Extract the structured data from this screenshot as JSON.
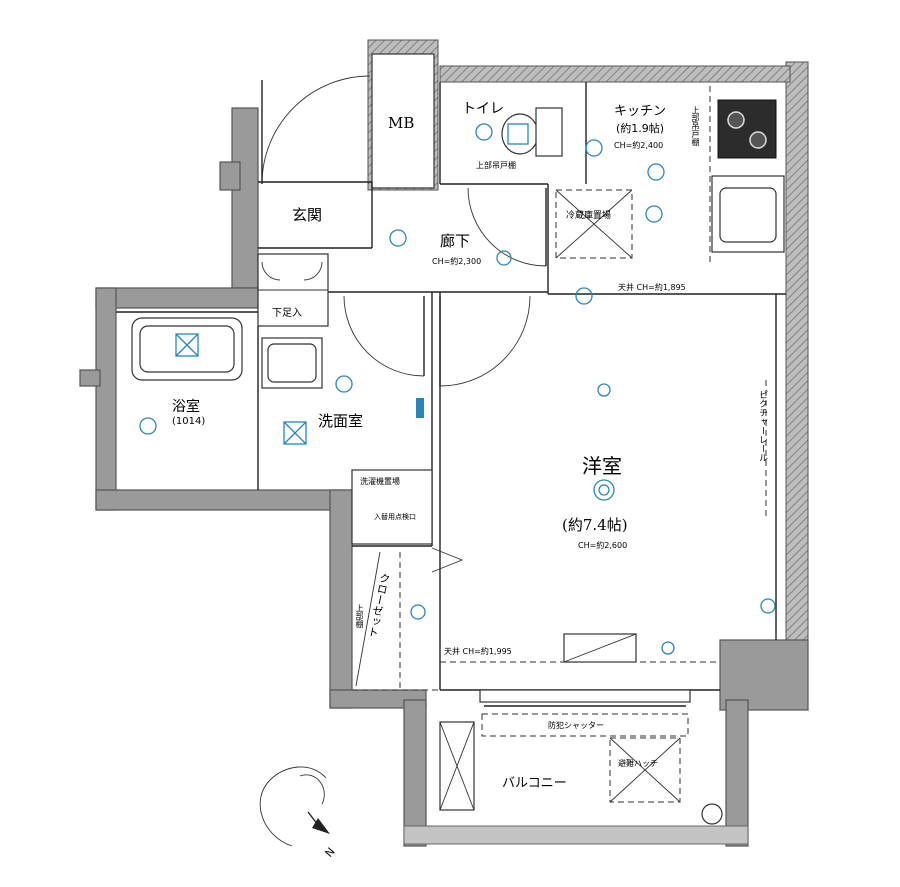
{
  "rooms": {
    "mb": "MB",
    "toilet": "トイレ",
    "kitchen": "キッチン",
    "kitchen_area": "(約1.9帖)",
    "kitchen_ch": "CH=約2,400",
    "genkan": "玄関",
    "rouka": "廊下",
    "rouka_ch": "CH=約2,300",
    "shoes": "下足入",
    "bath": "浴室",
    "bath_size": "(1014)",
    "washroom": "洗面室",
    "western": "洋室",
    "western_area": "(約7.4帖)",
    "western_ch": "CH=約2,600",
    "closet": "クローゼット",
    "balcony": "バルコニー"
  },
  "notes": {
    "toilet_shelf": "上部吊戸棚",
    "kitchen_shelf": "上部吊戸棚",
    "fridge": "冷蔵庫置場",
    "kitchen_ceiling": "天井 CH=約1,895",
    "closet_top": "上部棚",
    "picture_rail": "ピクチャーレール",
    "ceiling_note": "天井 CH=約1,995",
    "shutter": "防犯シャッター",
    "washer": "洗濯機置場",
    "pipe_space": "入替用点検口",
    "balcony_box": "避難ハッチ"
  },
  "compass": {
    "label": "N"
  },
  "colors": {
    "wall": "#9a9a9a",
    "electrical": "#2a86b8"
  }
}
